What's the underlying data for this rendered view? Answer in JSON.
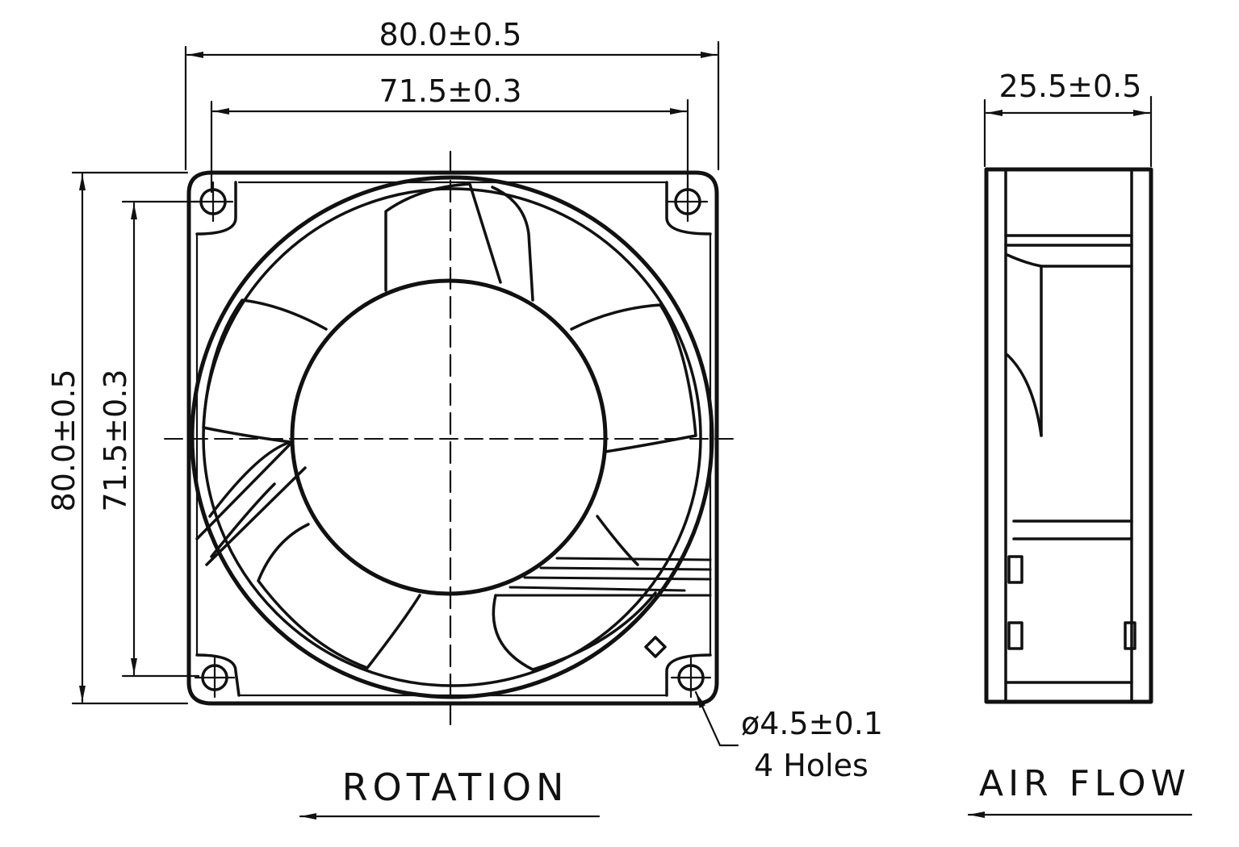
{
  "drawing": {
    "front_view": {
      "overall_width": "80.0±0.5",
      "hole_spacing_width": "71.5±0.3",
      "overall_height": "80.0±0.5",
      "hole_spacing_height": "71.5±0.3",
      "hole_callout_line1": "ø4.5±0.1",
      "hole_callout_line2": "4 Holes",
      "rotation_label": "ROTATION"
    },
    "side_view": {
      "depth": "25.5±0.5",
      "airflow_label": "AIR FLOW"
    }
  },
  "colors": {
    "ink": "#111111",
    "paper": "#ffffff"
  }
}
